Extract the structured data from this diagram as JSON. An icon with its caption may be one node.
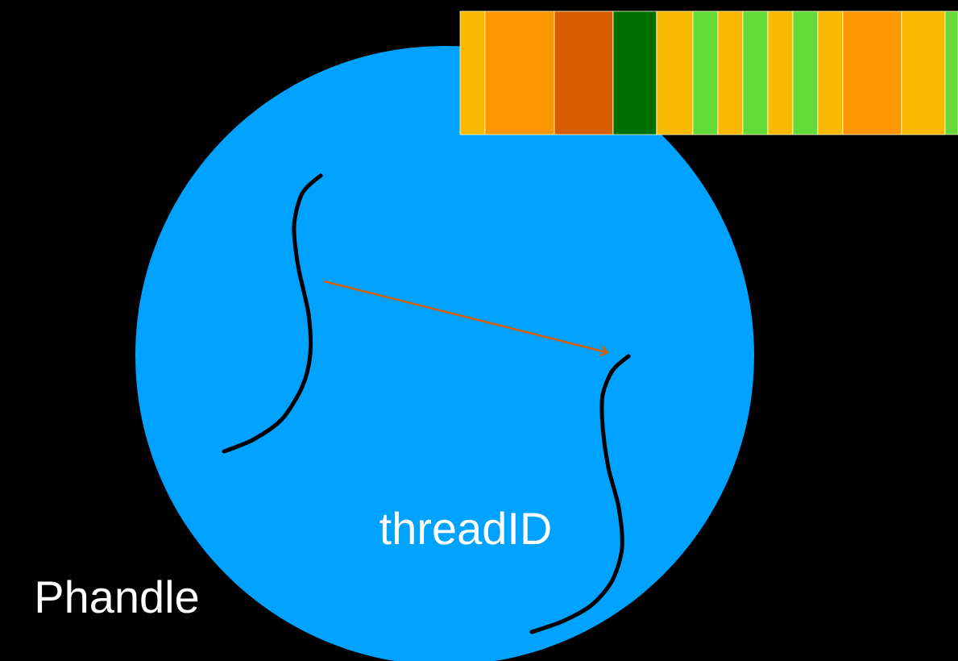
{
  "diagram": {
    "nodes": [
      {
        "text": [
          "threadID"
        ]
      },
      {
        "text": [],
        "shape": "curve",
        "in": 0
      },
      {
        "text": [],
        "shape": "curve",
        "in": 0
      }
    ],
    "edges": [
      {
        "from": 1,
        "to": 2,
        "arrow": "to"
      }
    ],
    "labels": [
      "Phandle"
    ]
  }
}
